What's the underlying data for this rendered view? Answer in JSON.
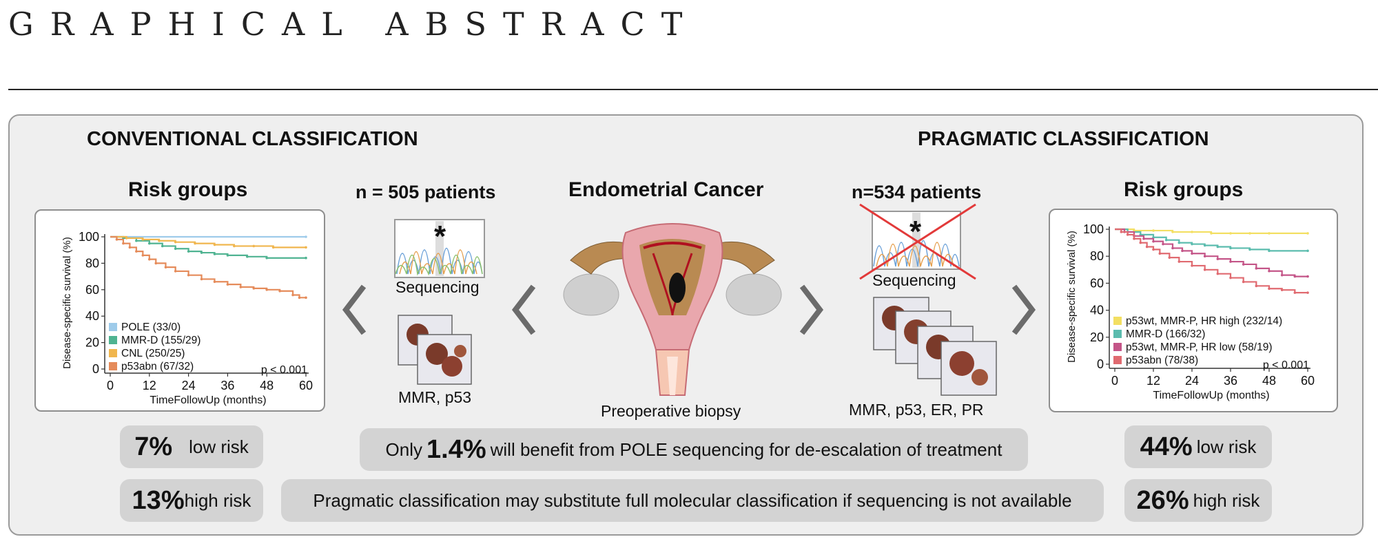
{
  "header": {
    "title": "GRAPHICAL ABSTRACT"
  },
  "left_section": {
    "title": "CONVENTIONAL CLASSIFICATION",
    "risk_title": "Risk groups",
    "n_label": "n = 505 patients",
    "sequencing_label": "Sequencing",
    "ihc_label": "MMR, p53",
    "low_risk": {
      "pct": "7%",
      "label": "low risk"
    },
    "high_risk": {
      "pct": "13%",
      "label": "high risk"
    }
  },
  "center": {
    "title": "Endometrial Cancer",
    "biopsy_label": "Preoperative biopsy",
    "benefit_prefix": "Only",
    "benefit_pct": "1.4%",
    "benefit_suffix": "will benefit from POLE sequencing for de-escalation of treatment",
    "substitute_text": "Pragmatic classification may substitute full molecular classification if sequencing is not available"
  },
  "right_section": {
    "title": "PRAGMATIC CLASSIFICATION",
    "risk_title": "Risk groups",
    "n_label": "n=534 patients",
    "sequencing_label": "Sequencing",
    "ihc_label": "MMR, p53, ER, PR",
    "low_risk": {
      "pct": "44%",
      "label": "low risk"
    },
    "high_risk": {
      "pct": "26%",
      "label": "high risk"
    }
  },
  "chart_data": [
    {
      "type": "line",
      "subtype": "kaplan-meier",
      "xlabel": "TimeFollowUp (months)",
      "ylabel": "Disease-specific survival (%)",
      "xlim": [
        0,
        60
      ],
      "ylim": [
        0,
        100
      ],
      "x_ticks": [
        "0",
        "12",
        "24",
        "36",
        "48",
        "60"
      ],
      "y_ticks": [
        "0",
        "20",
        "40",
        "60",
        "80",
        "100"
      ],
      "pvalue": "p < 0.001",
      "legend_position": "bottom-left",
      "series": [
        {
          "name": "POLE (33/0)",
          "color": "#9ecbea",
          "points": [
            [
              0,
              100
            ],
            [
              60,
              100
            ]
          ]
        },
        {
          "name": "MMR-D (155/29)",
          "color": "#4fb391",
          "points": [
            [
              0,
              100
            ],
            [
              4,
              99
            ],
            [
              8,
              97
            ],
            [
              12,
              95
            ],
            [
              16,
              93
            ],
            [
              20,
              91
            ],
            [
              24,
              89
            ],
            [
              28,
              88
            ],
            [
              32,
              87
            ],
            [
              36,
              86
            ],
            [
              42,
              85
            ],
            [
              48,
              84
            ],
            [
              60,
              84
            ]
          ]
        },
        {
          "name": "CNL (250/25)",
          "color": "#f0b64e",
          "points": [
            [
              0,
              100
            ],
            [
              5,
              99
            ],
            [
              10,
              98
            ],
            [
              15,
              97
            ],
            [
              20,
              96
            ],
            [
              26,
              95
            ],
            [
              32,
              94
            ],
            [
              38,
              93
            ],
            [
              44,
              93
            ],
            [
              50,
              92
            ],
            [
              60,
              92
            ]
          ]
        },
        {
          "name": "p53abn (67/32)",
          "color": "#e58b5a",
          "points": [
            [
              0,
              100
            ],
            [
              2,
              98
            ],
            [
              4,
              95
            ],
            [
              6,
              92
            ],
            [
              8,
              89
            ],
            [
              10,
              86
            ],
            [
              12,
              83
            ],
            [
              14,
              80
            ],
            [
              17,
              77
            ],
            [
              20,
              74
            ],
            [
              24,
              71
            ],
            [
              28,
              68
            ],
            [
              32,
              66
            ],
            [
              36,
              64
            ],
            [
              40,
              62
            ],
            [
              44,
              61
            ],
            [
              48,
              60
            ],
            [
              52,
              59
            ],
            [
              56,
              56
            ],
            [
              58,
              54
            ],
            [
              60,
              54
            ]
          ]
        }
      ]
    },
    {
      "type": "line",
      "subtype": "kaplan-meier",
      "xlabel": "TimeFollowUp (months)",
      "ylabel": "Disease-specific survival (%)",
      "xlim": [
        0,
        60
      ],
      "ylim": [
        0,
        100
      ],
      "x_ticks": [
        "0",
        "12",
        "24",
        "36",
        "48",
        "60"
      ],
      "y_ticks": [
        "0",
        "20",
        "40",
        "60",
        "80",
        "100"
      ],
      "pvalue": "p < 0.001",
      "legend_position": "bottom-left",
      "series": [
        {
          "name": "p53wt, MMR-P, HR high (232/14)",
          "color": "#f3df62",
          "points": [
            [
              0,
              100
            ],
            [
              6,
              99
            ],
            [
              12,
              99
            ],
            [
              18,
              98
            ],
            [
              24,
              98
            ],
            [
              30,
              97
            ],
            [
              36,
              97
            ],
            [
              42,
              97
            ],
            [
              48,
              97
            ],
            [
              60,
              97
            ]
          ]
        },
        {
          "name": "MMR-D (166/32)",
          "color": "#5bbcae",
          "points": [
            [
              0,
              100
            ],
            [
              4,
              98
            ],
            [
              8,
              96
            ],
            [
              12,
              94
            ],
            [
              16,
              92
            ],
            [
              20,
              90
            ],
            [
              24,
              89
            ],
            [
              28,
              88
            ],
            [
              32,
              87
            ],
            [
              36,
              86
            ],
            [
              42,
              85
            ],
            [
              48,
              84
            ],
            [
              60,
              84
            ]
          ]
        },
        {
          "name": "p53wt, MMR-P, HR low (58/19)",
          "color": "#c45588",
          "points": [
            [
              0,
              100
            ],
            [
              3,
              98
            ],
            [
              6,
              95
            ],
            [
              9,
              93
            ],
            [
              12,
              91
            ],
            [
              15,
              89
            ],
            [
              18,
              86
            ],
            [
              21,
              84
            ],
            [
              24,
              82
            ],
            [
              28,
              80
            ],
            [
              32,
              78
            ],
            [
              36,
              76
            ],
            [
              40,
              74
            ],
            [
              44,
              71
            ],
            [
              48,
              69
            ],
            [
              52,
              66
            ],
            [
              56,
              65
            ],
            [
              60,
              65
            ]
          ]
        },
        {
          "name": "p53abn (78/38)",
          "color": "#e06a70",
          "points": [
            [
              0,
              100
            ],
            [
              2,
              98
            ],
            [
              4,
              96
            ],
            [
              6,
              93
            ],
            [
              8,
              90
            ],
            [
              10,
              87
            ],
            [
              12,
              85
            ],
            [
              14,
              82
            ],
            [
              17,
              79
            ],
            [
              20,
              76
            ],
            [
              24,
              73
            ],
            [
              28,
              70
            ],
            [
              32,
              67
            ],
            [
              36,
              64
            ],
            [
              40,
              61
            ],
            [
              44,
              58
            ],
            [
              48,
              56
            ],
            [
              52,
              55
            ],
            [
              56,
              53
            ],
            [
              60,
              53
            ]
          ]
        }
      ]
    }
  ]
}
